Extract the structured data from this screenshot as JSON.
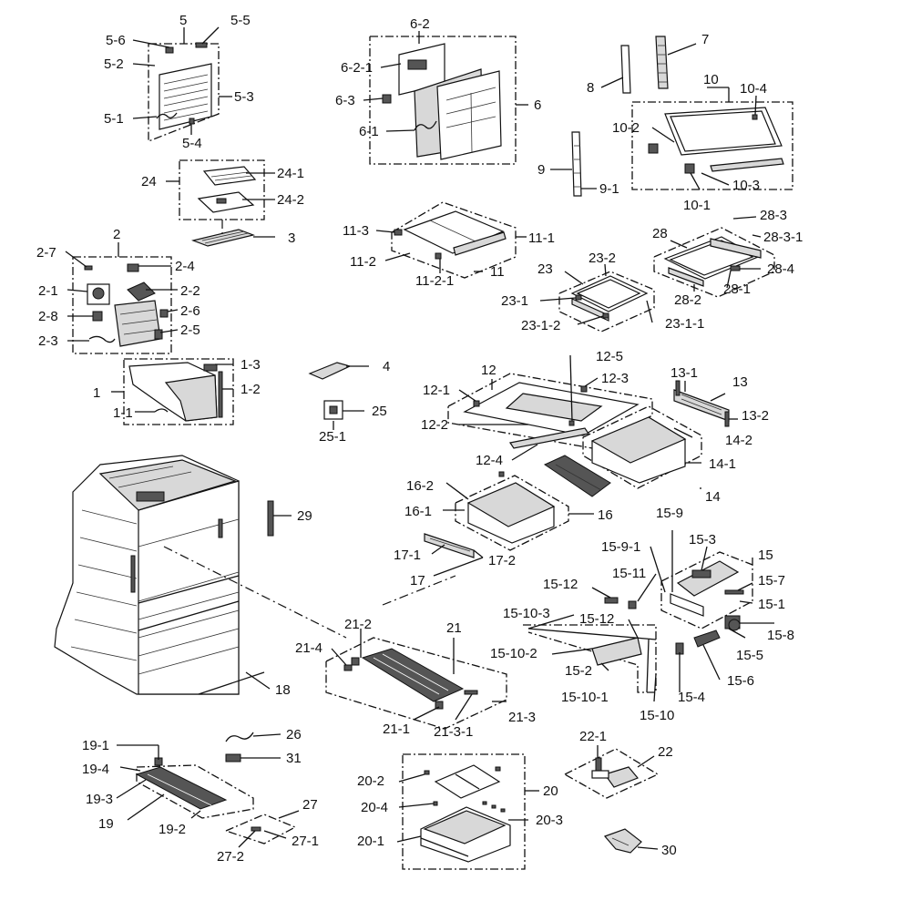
{
  "labels": {
    "l5": "5",
    "l5_5": "5-5",
    "l5_6": "5-6",
    "l5_2": "5-2",
    "l5_3": "5-3",
    "l5_1": "5-1",
    "l5_4": "5-4",
    "l6_2": "6-2",
    "l6_2_1": "6-2-1",
    "l6_3": "6-3",
    "l6": "6",
    "l6_1": "6-1",
    "l7": "7",
    "l8": "8",
    "l10": "10",
    "l10_4": "10-4",
    "l10_2": "10-2",
    "l9": "9",
    "l9_1": "9-1",
    "l10_3": "10-3",
    "l10_1": "10-1",
    "l24": "24",
    "l24_1": "24-1",
    "l24_2": "24-2",
    "l3": "3",
    "l11_3": "11-3",
    "l11_1": "11-1",
    "l11_2": "11-2",
    "l11": "11",
    "l11_2_1": "11-2-1",
    "l28": "28",
    "l28_3": "28-3",
    "l28_3_1": "28-3-1",
    "l28_4": "28-4",
    "l28_2": "28-2",
    "l28_1": "28-1",
    "l23": "23",
    "l23_2": "23-2",
    "l23_1": "23-1",
    "l23_1_2": "23-1-2",
    "l23_1_1": "23-1-1",
    "l2": "2",
    "l2_7": "2-7",
    "l2_4": "2-4",
    "l2_1": "2-1",
    "l2_2": "2-2",
    "l2_8": "2-8",
    "l2_6": "2-6",
    "l2_5": "2-5",
    "l2_3": "2-3",
    "l1_3": "1-3",
    "l1": "1",
    "l1_2": "1-2",
    "l1_1": "1-1",
    "l4": "4",
    "l25": "25",
    "l25_1": "25-1",
    "l12_5": "12-5",
    "l12": "12",
    "l12_3": "12-3",
    "l12_1": "12-1",
    "l12_2": "12-2",
    "l12_4": "12-4",
    "l13_1": "13-1",
    "l13": "13",
    "l13_2": "13-2",
    "l14_2": "14-2",
    "l14_1": "14-1",
    "l14": "14",
    "l16_2": "16-2",
    "l16_1": "16-1",
    "l16": "16",
    "l17_1": "17-1",
    "l17_2": "17-2",
    "l17": "17",
    "l29": "29",
    "l18": "18",
    "l15_9": "15-9",
    "l15_9_1": "15-9-1",
    "l15_3": "15-3",
    "l15": "15",
    "l15_11": "15-11",
    "l15_7": "15-7",
    "l15_12a": "15-12",
    "l15_1": "15-1",
    "l15_10_3": "15-10-3",
    "l15_12b": "15-12",
    "l15_8": "15-8",
    "l15_5": "15-5",
    "l15_10_2": "15-10-2",
    "l15_2": "15-2",
    "l15_6": "15-6",
    "l15_10_1": "15-10-1",
    "l15_4": "15-4",
    "l15_10": "15-10",
    "l21_2": "21-2",
    "l21": "21",
    "l21_4": "21-4",
    "l21_3": "21-3",
    "l21_1": "21-1",
    "l21_3_1": "21-3-1",
    "l19_1": "19-1",
    "l26": "26",
    "l31": "31",
    "l19_4": "19-4",
    "l19_3": "19-3",
    "l19": "19",
    "l19_2": "19-2",
    "l27": "27",
    "l27_1": "27-1",
    "l27_2": "27-2",
    "l20_2": "20-2",
    "l20": "20",
    "l20_4": "20-4",
    "l20_3": "20-3",
    "l20_1": "20-1",
    "l22_1": "22-1",
    "l22": "22",
    "l30": "30"
  }
}
